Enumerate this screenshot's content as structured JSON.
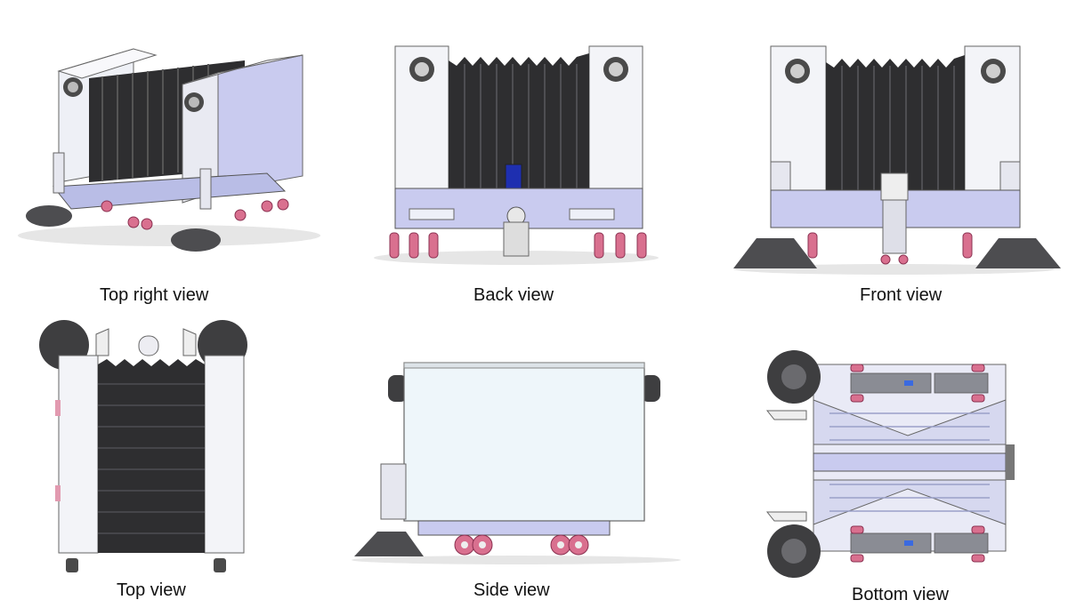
{
  "figure": {
    "views": [
      {
        "id": "top-right",
        "label": "Top right view"
      },
      {
        "id": "back",
        "label": "Back view"
      },
      {
        "id": "front",
        "label": "Front view"
      },
      {
        "id": "top",
        "label": "Top view"
      },
      {
        "id": "side",
        "label": "Side view"
      },
      {
        "id": "bottom",
        "label": "Bottom view"
      }
    ]
  },
  "colors": {
    "panel_light": "#eef0f6",
    "panel_lavender": "#c9cbef",
    "bellows_dark": "#2e2e30",
    "frame_lavender": "#b9bde6",
    "wheel_pink": "#d9708f",
    "suction_cup": "#4d4d50",
    "side_panel": "#eef6fa",
    "motor_blue": "#1e2fb0"
  }
}
